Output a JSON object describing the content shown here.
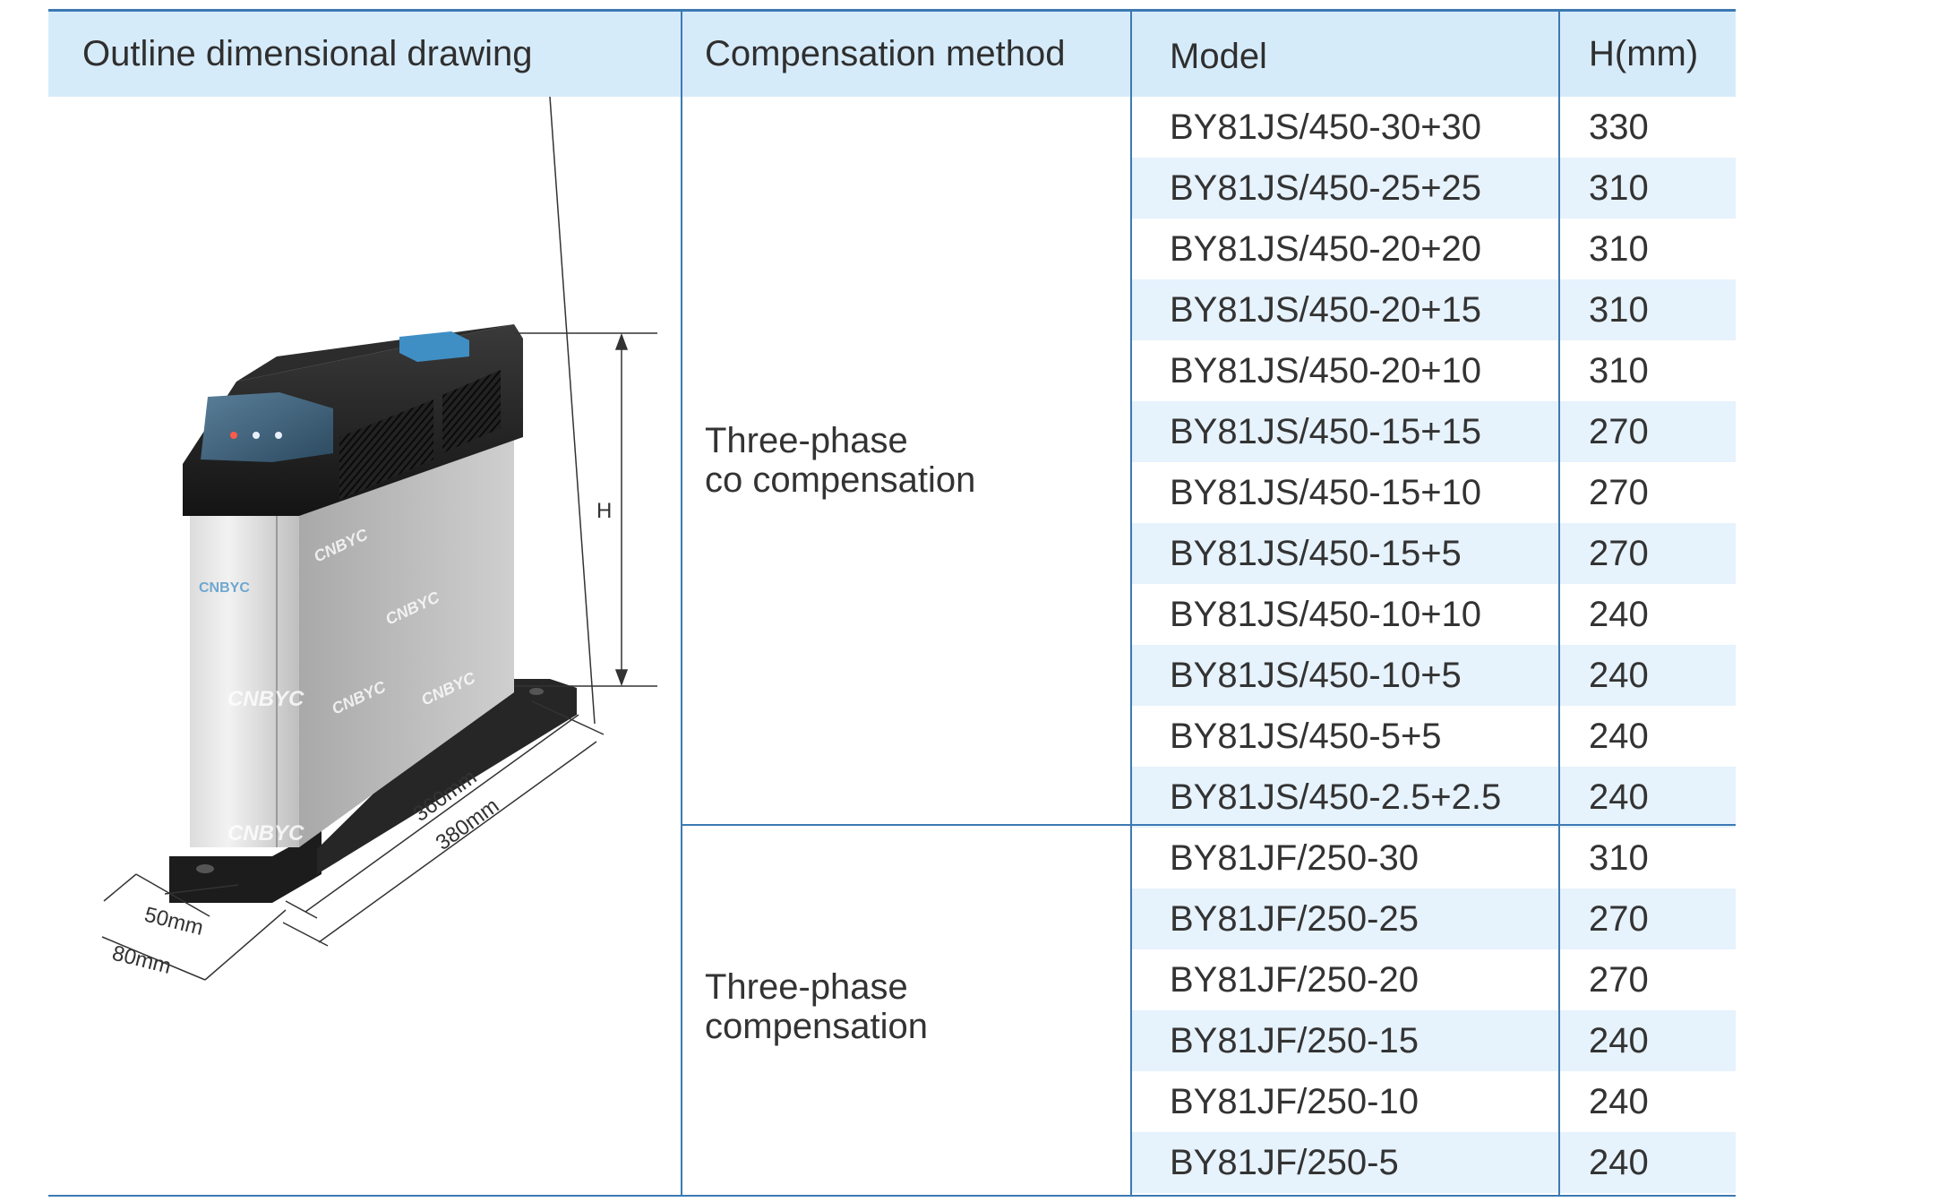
{
  "headers": {
    "drawing": "Outline dimensional drawing",
    "method": "Compensation method",
    "model": "Model",
    "height": "H(mm)"
  },
  "groups": [
    {
      "method_lines": [
        "Three-phase",
        "co compensation"
      ],
      "rows": [
        {
          "model": "BY81JS/450-30+30",
          "h": "330"
        },
        {
          "model": "BY81JS/450-25+25",
          "h": "310"
        },
        {
          "model": "BY81JS/450-20+20",
          "h": "310"
        },
        {
          "model": "BY81JS/450-20+15",
          "h": "310"
        },
        {
          "model": "BY81JS/450-20+10",
          "h": "310"
        },
        {
          "model": "BY81JS/450-15+15",
          "h": "270"
        },
        {
          "model": "BY81JS/450-15+10",
          "h": "270"
        },
        {
          "model": "BY81JS/450-15+5",
          "h": "270"
        },
        {
          "model": "BY81JS/450-10+10",
          "h": "240"
        },
        {
          "model": "BY81JS/450-10+5",
          "h": "240"
        },
        {
          "model": "BY81JS/450-5+5",
          "h": "240"
        },
        {
          "model": "BY81JS/450-2.5+2.5",
          "h": "240"
        }
      ]
    },
    {
      "method_lines": [
        "Three-phase",
        "compensation"
      ],
      "rows": [
        {
          "model": "BY81JF/250-30",
          "h": "310"
        },
        {
          "model": "BY81JF/250-25",
          "h": "270"
        },
        {
          "model": "BY81JF/250-20",
          "h": "270"
        },
        {
          "model": "BY81JF/250-15",
          "h": "240"
        },
        {
          "model": "BY81JF/250-10",
          "h": "240"
        },
        {
          "model": "BY81JF/250-5",
          "h": "240"
        }
      ]
    }
  ],
  "drawing": {
    "dim_h": "H",
    "dim_360": "360mm",
    "dim_380": "380mm",
    "dim_50": "50mm",
    "dim_80": "80mm",
    "brand_panel": "CNBYC",
    "brand_body": "CNBYC"
  },
  "colors": {
    "header_bg": "#d6ebfa",
    "row_alt_bg": "#e6f2fc",
    "rule": "#3d79b3"
  }
}
